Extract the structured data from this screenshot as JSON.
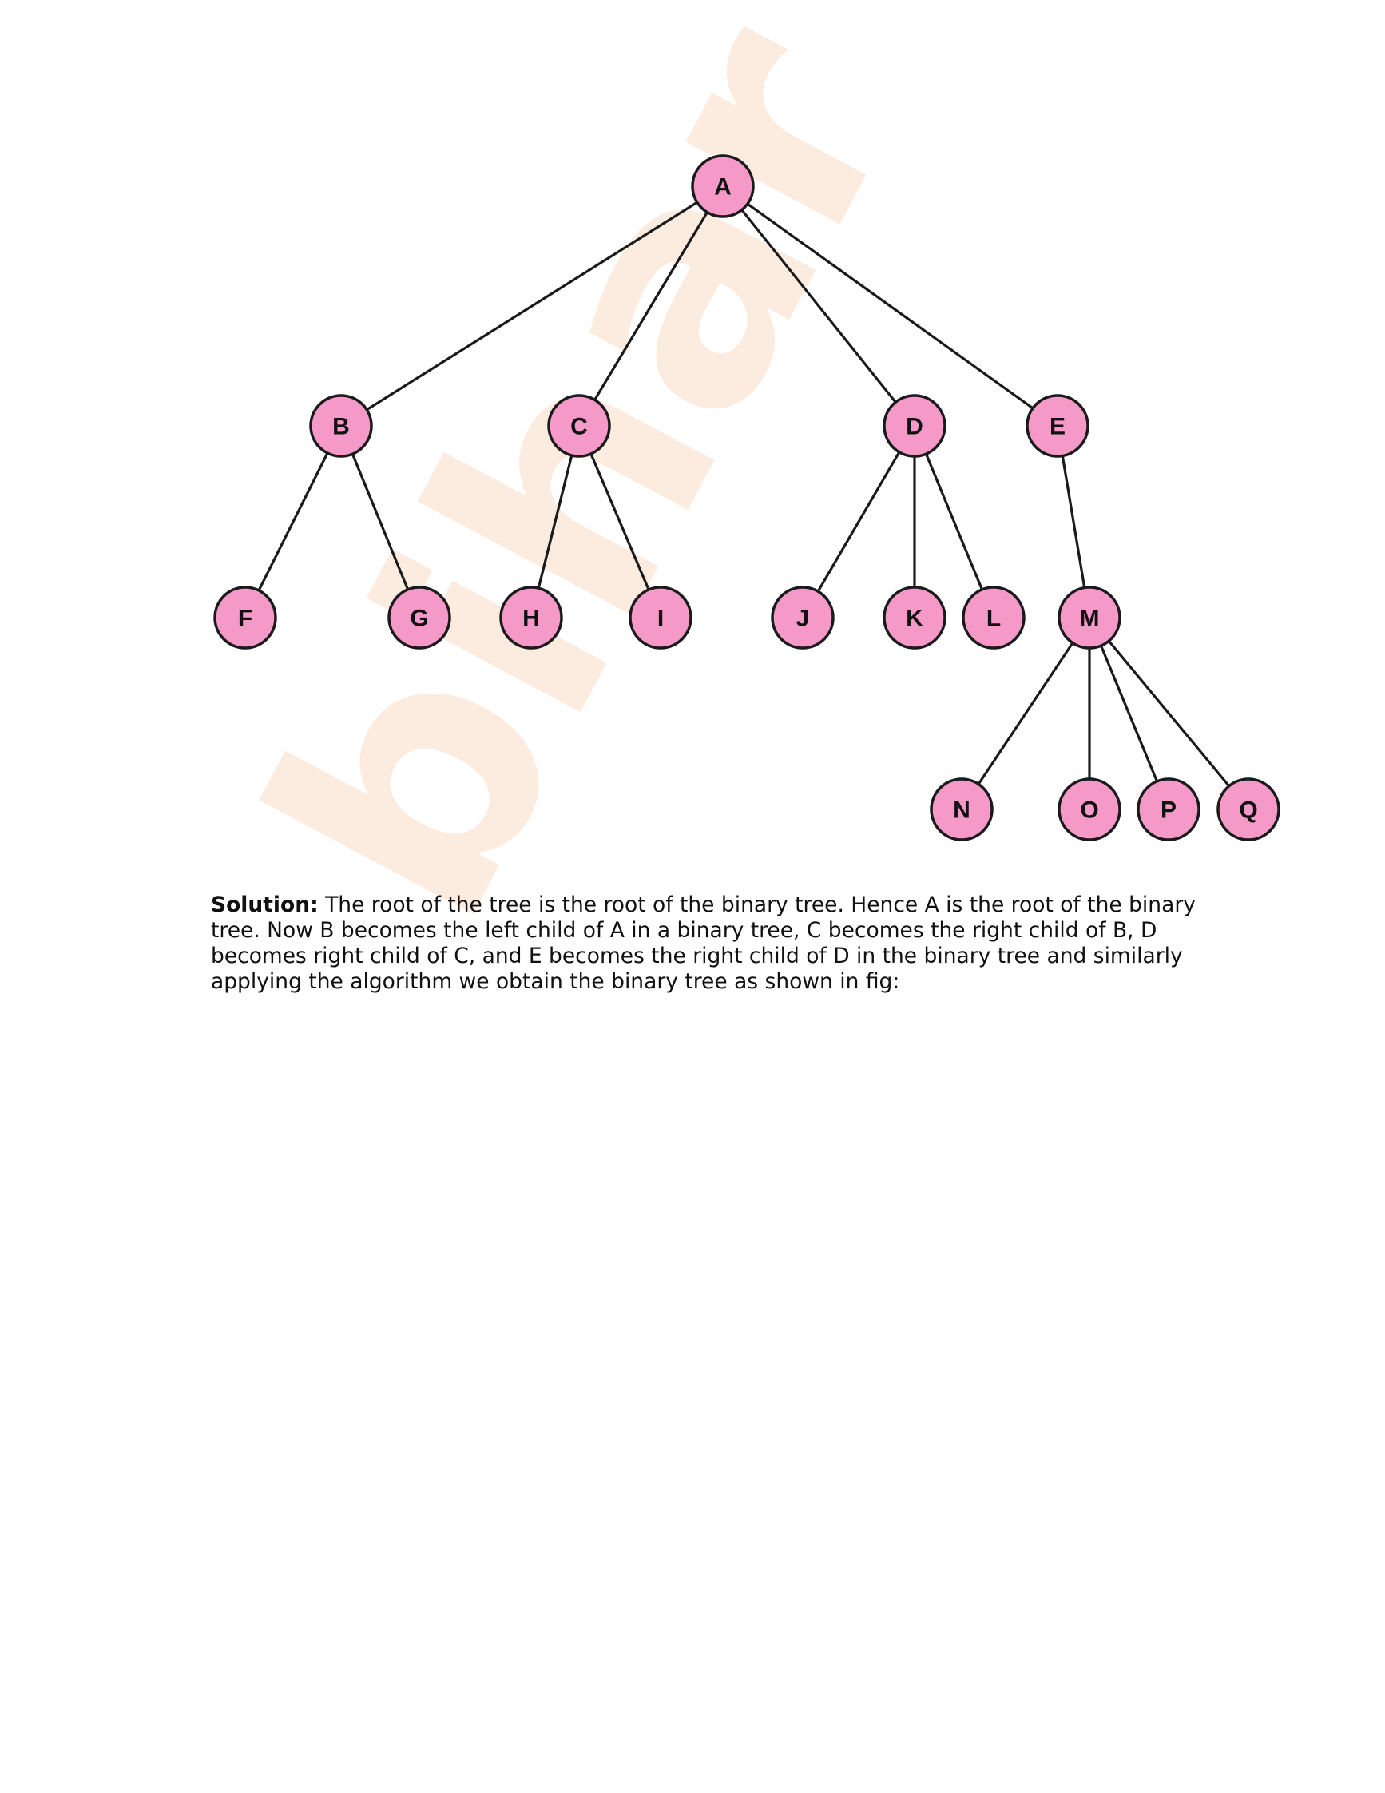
{
  "watermark": "bihar",
  "tree": {
    "nodes": [
      "A",
      "B",
      "C",
      "D",
      "E",
      "F",
      "G",
      "H",
      "I",
      "J",
      "K",
      "L",
      "M",
      "N",
      "O",
      "P",
      "Q"
    ],
    "edges": [
      [
        "A",
        "B"
      ],
      [
        "A",
        "C"
      ],
      [
        "A",
        "D"
      ],
      [
        "A",
        "E"
      ],
      [
        "B",
        "F"
      ],
      [
        "B",
        "G"
      ],
      [
        "C",
        "H"
      ],
      [
        "C",
        "I"
      ],
      [
        "D",
        "J"
      ],
      [
        "D",
        "K"
      ],
      [
        "D",
        "L"
      ],
      [
        "E",
        "M"
      ],
      [
        "M",
        "N"
      ],
      [
        "M",
        "O"
      ],
      [
        "M",
        "P"
      ],
      [
        "M",
        "Q"
      ]
    ]
  },
  "solution": {
    "label": "Solution:",
    "text": " The root of the tree is the root of the binary tree. Hence A is the root of the binary tree. Now B becomes the left child of A in a binary tree, C becomes the right child of B, D becomes right child of C, and E becomes the right child of D in the binary tree and similarly applying the algorithm we obtain the binary tree as shown in fig:"
  }
}
